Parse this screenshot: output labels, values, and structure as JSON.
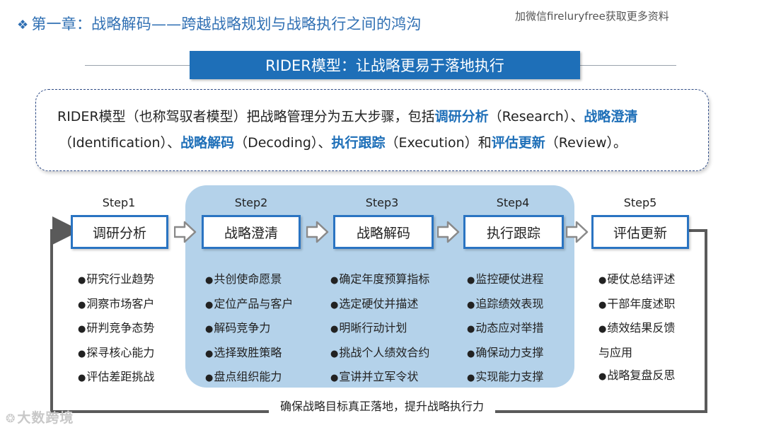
{
  "header": {
    "chapter_icon": "diamond-bullet-icon",
    "chapter_title": "第一章：战略解码——跨越战略规划与战略执行之间的鸿沟",
    "watermark": "加微信fireluryfree获取更多资料"
  },
  "banner": {
    "title": "RIDER模型：让战略更易于落地执行"
  },
  "description": {
    "line1": {
      "p1": "RIDER模型（也称驾驭者模型）把战略管理分为五大步骤，包括",
      "h1": "调研分析",
      "p2": "（Research）、",
      "h2": "战略澄清"
    },
    "line2": {
      "p1": "（Identification）、",
      "h1": "战略解码",
      "p2": "（Decoding）、",
      "h2": "执行跟踪",
      "p3": "（Execution）和",
      "h3": "评估更新",
      "p4": "（Review）。"
    }
  },
  "steps": [
    {
      "label": "Step1",
      "name": "调研分析",
      "bullets": [
        "研究行业趋势",
        "洞察市场客户",
        "研判竞争态势",
        "探寻核心能力",
        "评估差距挑战"
      ]
    },
    {
      "label": "Step2",
      "name": "战略澄清",
      "bullets": [
        "共创使命愿景",
        "定位产品与客户",
        "解码竞争力",
        "选择致胜策略",
        "盘点组织能力"
      ]
    },
    {
      "label": "Step3",
      "name": "战略解码",
      "bullets": [
        "确定年度预算指标",
        "选定硬仗并描述",
        "明晰行动计划",
        "挑战个人绩效合约",
        "宣讲并立军令状"
      ]
    },
    {
      "label": "Step4",
      "name": "执行跟踪",
      "bullets": [
        "监控硬仗进程",
        "追踪绩效表现",
        "动态应对举措",
        "确保动力支撑",
        "实现能力支撑"
      ]
    },
    {
      "label": "Step5",
      "name": "评估更新",
      "bullets": [
        "硬仗总结评述",
        "干部年度述职",
        "绩效结果反馈",
        "与应用",
        "战略复盘反思"
      ]
    }
  ],
  "bullet_char": "●",
  "loop_caption": "确保战略目标真正落地，提升战略执行力",
  "footer_watermark": "大数跨境",
  "colors": {
    "accent": "#1e6fb8",
    "step_border": "#2a74c2",
    "panel": "#b4d2ea",
    "loop_line": "#5a5a5a"
  }
}
